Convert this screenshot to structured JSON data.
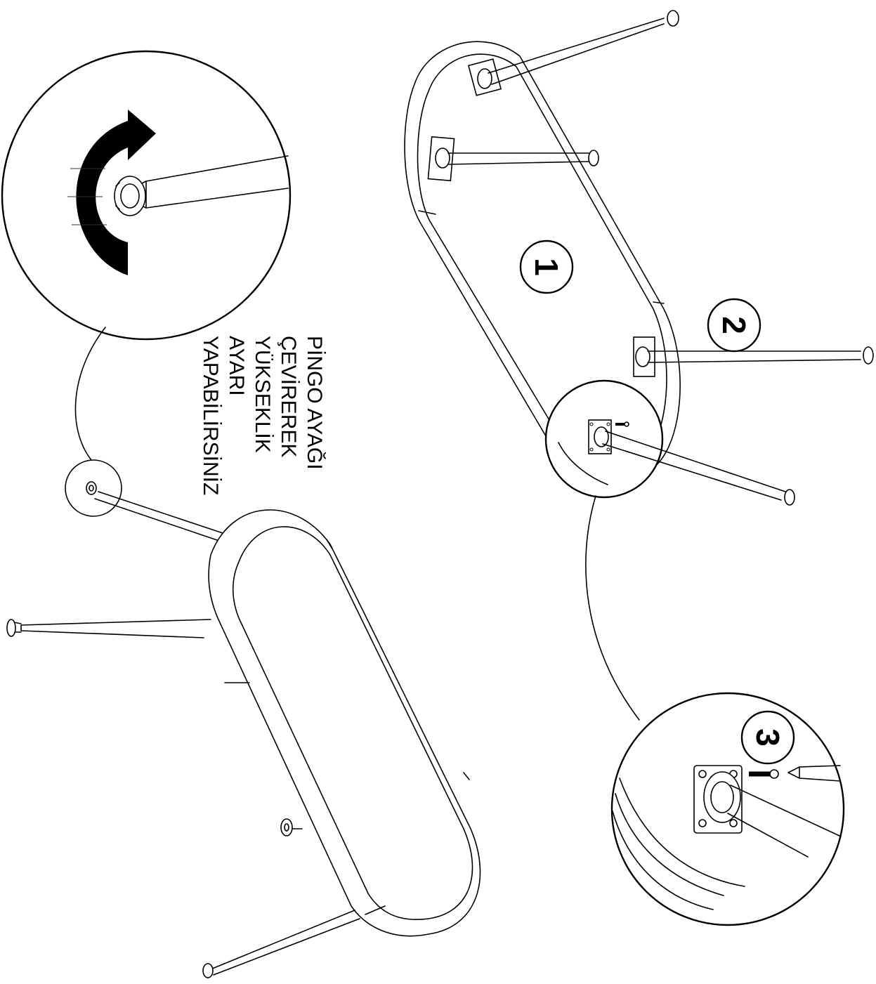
{
  "instruction": {
    "lines": [
      "PİNGO AYAĞI",
      "ÇEVİREREK",
      "YÜKSEKLİK",
      "AYARI",
      "YAPABİLİRSİNİZ"
    ]
  },
  "steps": [
    "1",
    "2",
    "3"
  ],
  "icons": {
    "rotate": "clockwise-rotate-arrow-icon",
    "screw": "screw-icon",
    "screwdriver": "screwdriver-icon"
  }
}
